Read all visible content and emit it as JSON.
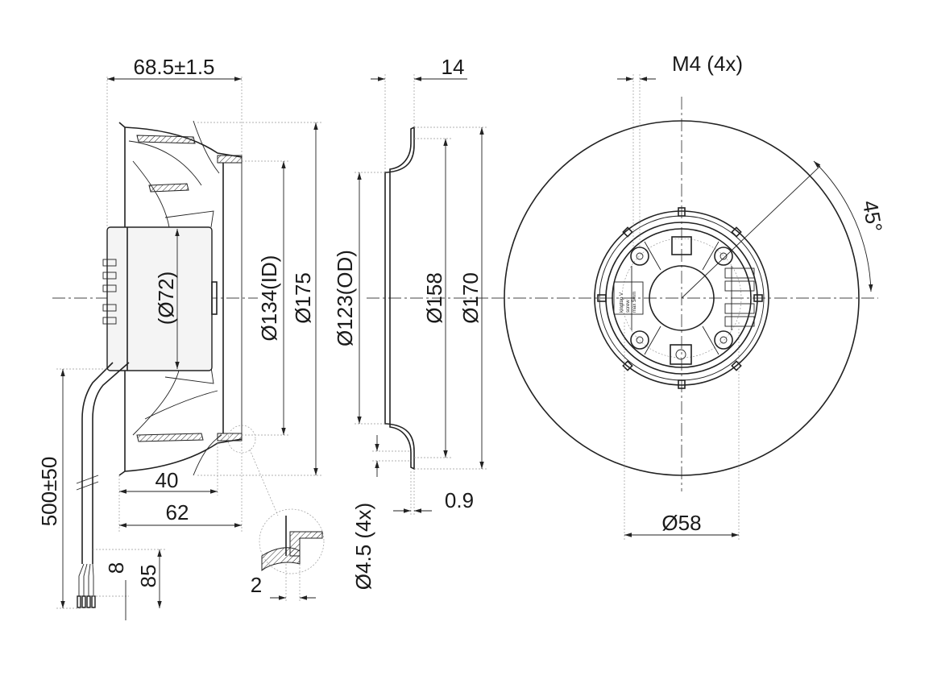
{
  "side_view": {
    "depth": "68.5±1.5",
    "motor_dia": "(Ø72)",
    "inner_dia": "Ø134(ID)",
    "outer_dia": "Ø175",
    "blade_depth": "40",
    "overall_depth": "62",
    "cable_length": "500±50",
    "strip_length_1": "8",
    "strip_length_2": "85",
    "detail_gap": "2"
  },
  "ring_view": {
    "width": "14",
    "od": "Ø123(OD)",
    "dia_158": "Ø158",
    "dia_170": "Ø170",
    "hole": "Ø4.5 (4x)",
    "thickness": "0.9"
  },
  "front_view": {
    "thread": "M4 (4x)",
    "angle": "45°",
    "hub_dia": "Ø58",
    "label_lines": [
      "kingtop V",
      "screw",
      "max 5mm"
    ]
  }
}
